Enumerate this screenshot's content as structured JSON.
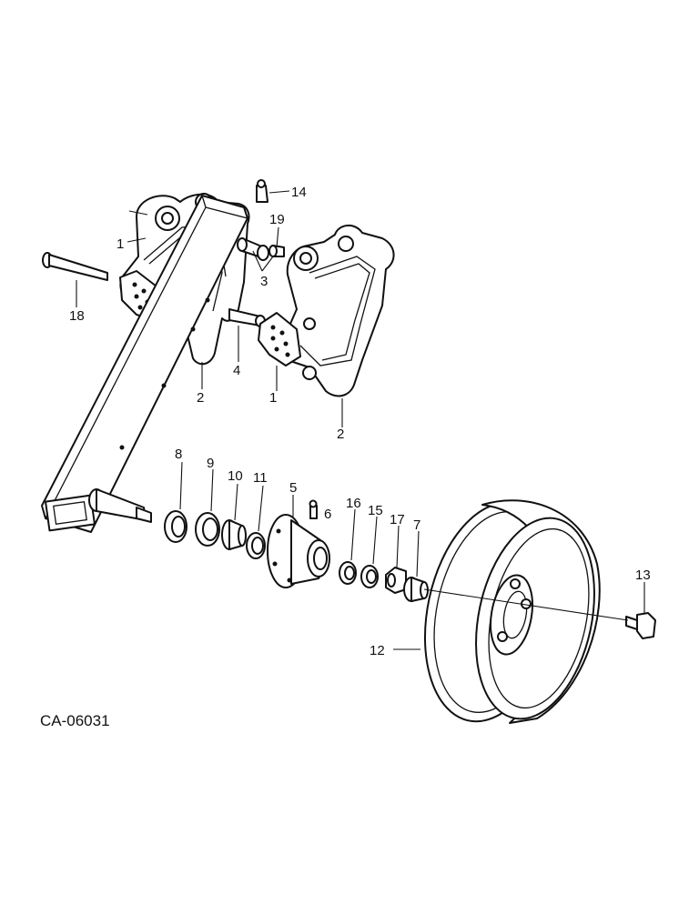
{
  "drawing_code": "CA-06031",
  "callouts": {
    "c1a": "1",
    "c1b": "1",
    "c2a": "2",
    "c2b": "2",
    "c3": "3",
    "c4": "4",
    "c5": "5",
    "c6": "6",
    "c7": "7",
    "c8": "8",
    "c9": "9",
    "c10": "10",
    "c11": "11",
    "c12": "12",
    "c13": "13",
    "c14": "14",
    "c15": "15",
    "c16": "16",
    "c17": "17",
    "c18": "18",
    "c19": "19"
  }
}
